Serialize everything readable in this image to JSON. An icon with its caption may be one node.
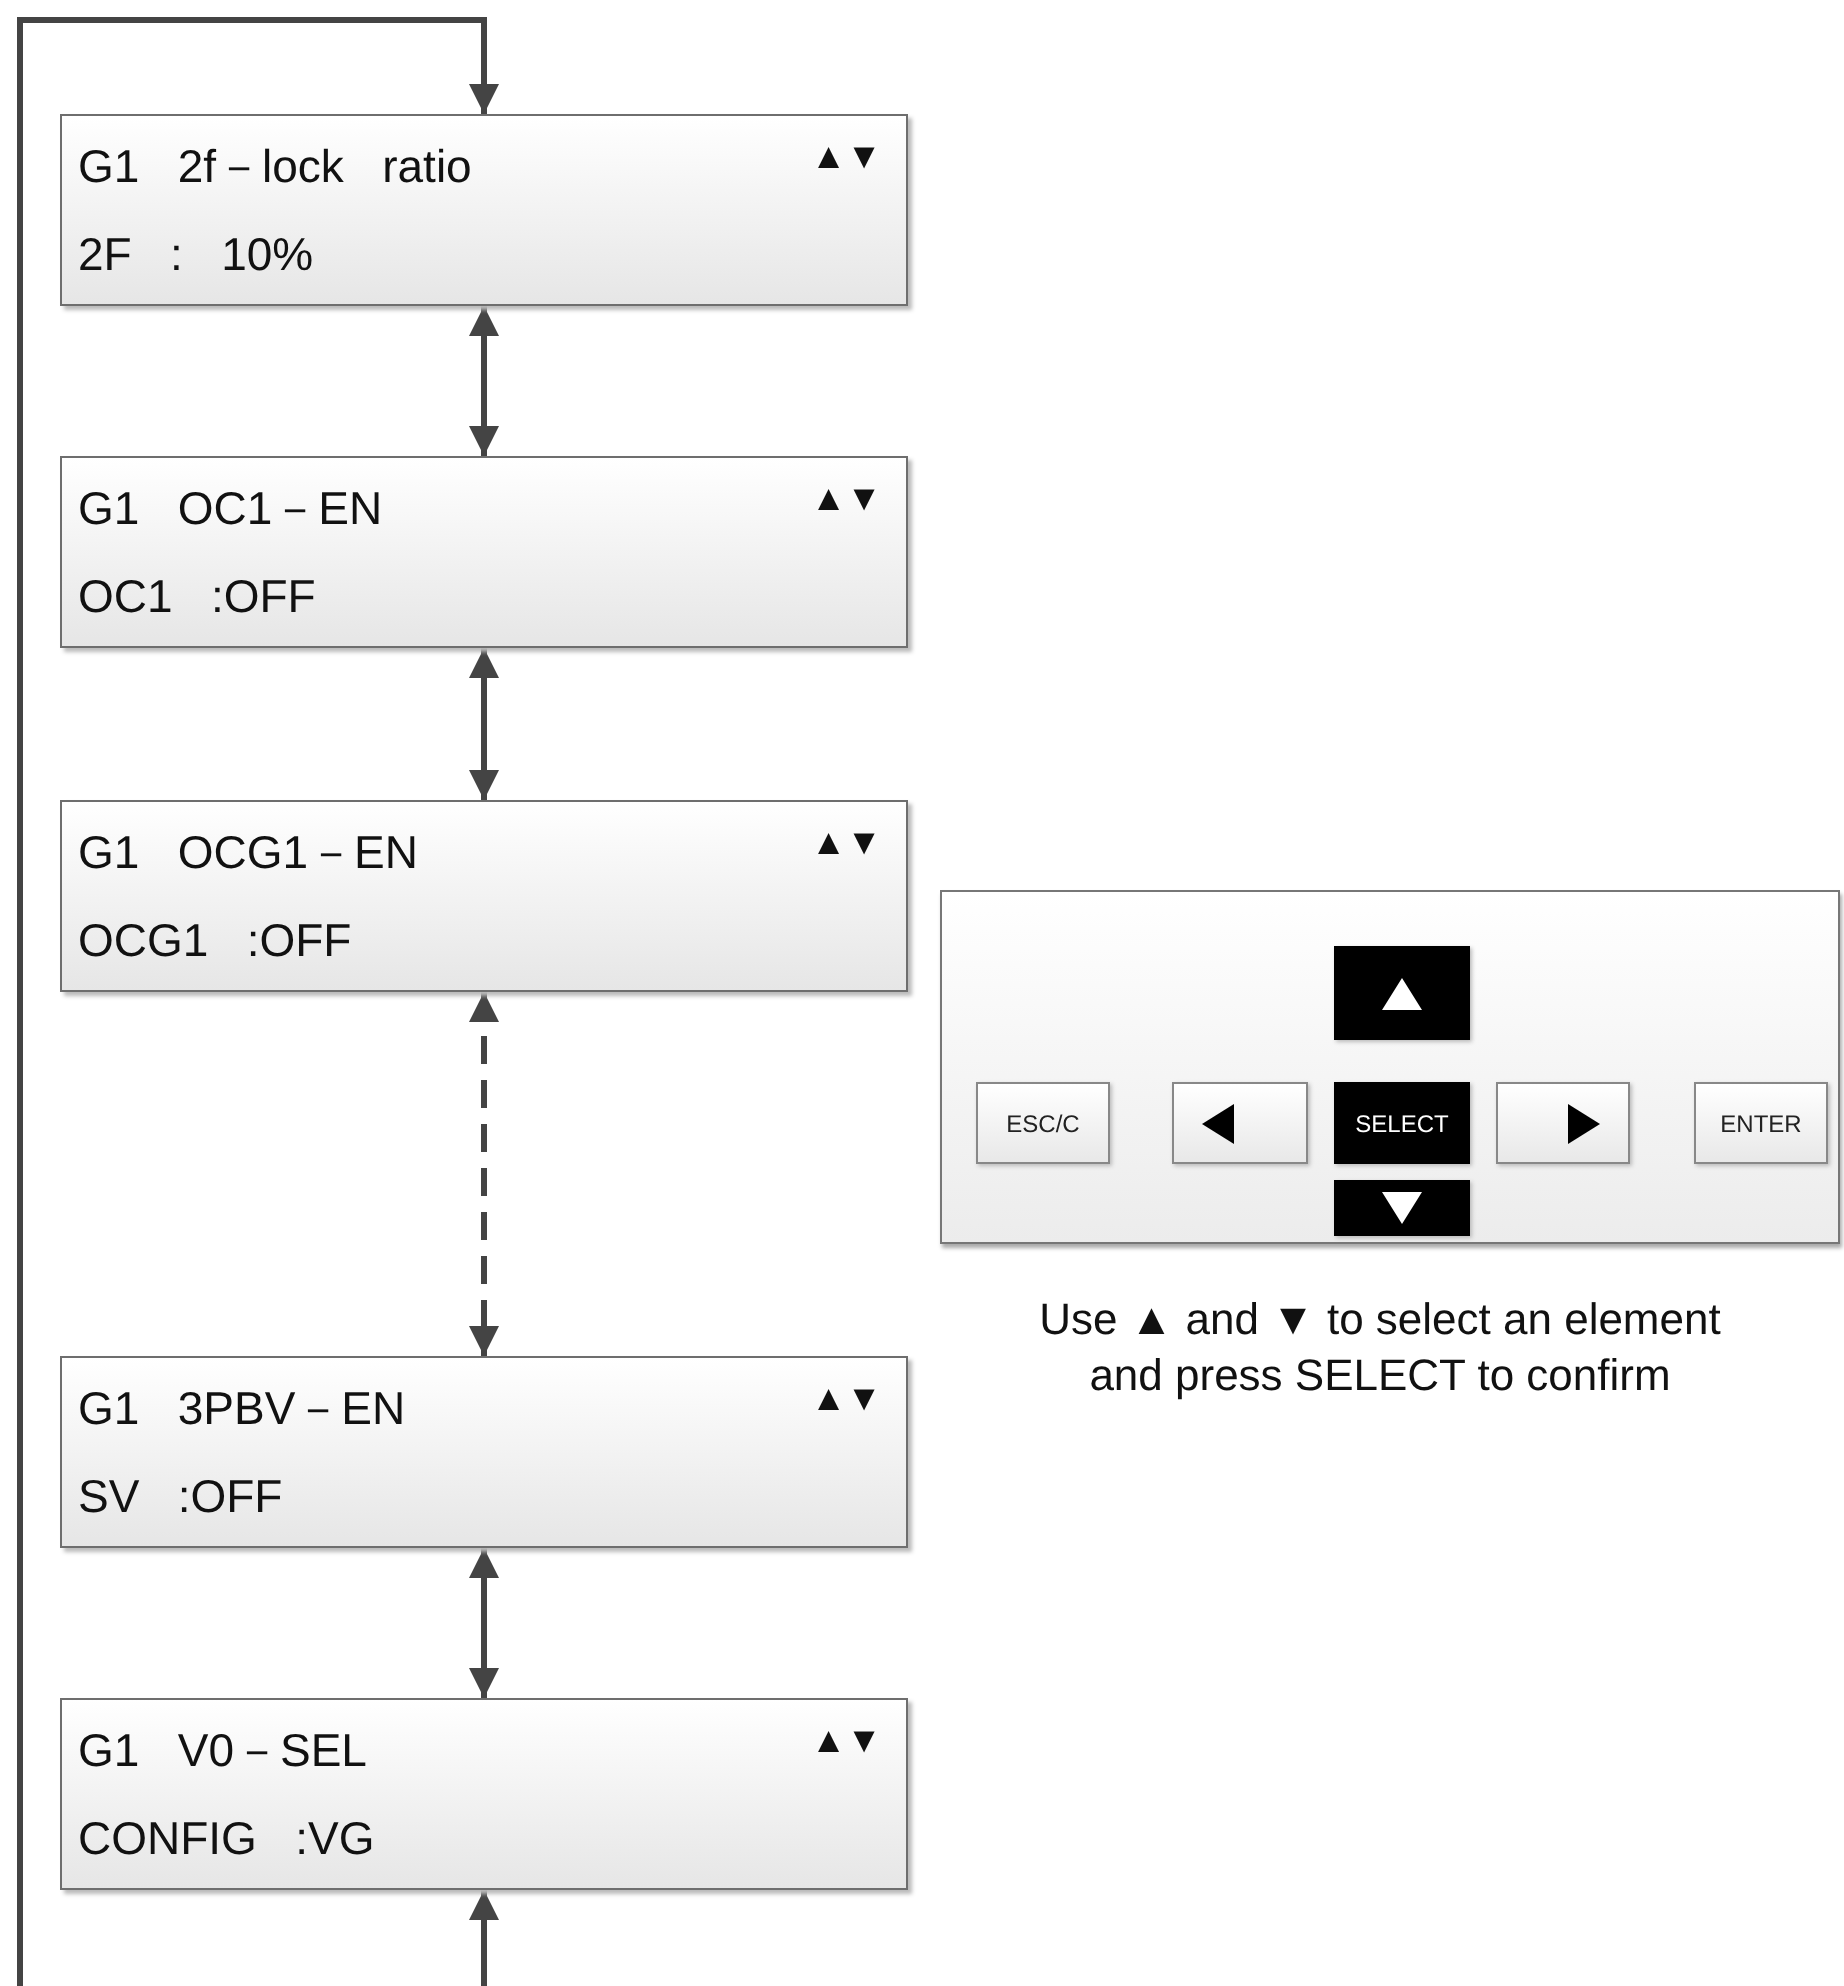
{
  "diagram": {
    "nodes": [
      {
        "text": [
          "G1 2f－lock ratio",
          "▲▼",
          "2F : 10%"
        ]
      },
      {
        "text": [
          "G1 OC1－EN",
          "▲▼",
          "OC1 :OFF"
        ]
      },
      {
        "text": [
          "G1 OCG1－EN",
          "▲▼",
          "OCG1 :OFF"
        ]
      },
      {
        "text": [
          "G1 3PBV－EN",
          "▲▼",
          "SV :OFF"
        ]
      },
      {
        "text": [
          "G1 V0－SEL",
          "▲▼",
          "CONFIG :VG"
        ]
      },
      {
        "text": [],
        "shape": "box"
      },
      {
        "text": [],
        "shape": "box",
        "in": 5
      },
      {
        "text": [
          "ESC/C"
        ],
        "in": 5
      },
      {
        "text": [],
        "shape": "box",
        "in": 5
      },
      {
        "text": [
          "SELECT"
        ],
        "in": 5
      },
      {
        "text": [],
        "shape": "box",
        "in": 5
      },
      {
        "text": [
          "ENTER"
        ],
        "in": 5
      },
      {
        "text": [],
        "shape": "box",
        "in": 5
      }
    ],
    "edges": [
      {
        "from": 0,
        "to": 1,
        "arrow": "both"
      },
      {
        "from": 1,
        "to": 2,
        "arrow": "both"
      },
      {
        "from": 2,
        "to": 3,
        "arrow": "both",
        "style": "dashed"
      },
      {
        "from": 3,
        "to": 4,
        "arrow": "both"
      },
      {
        "from": null,
        "to": 4,
        "arrow": "to"
      },
      {
        "from": null,
        "to": 0,
        "arrow": "to"
      }
    ],
    "labels": [
      "Use ▲ and ▼ to select an element and press SELECT to confirm"
    ]
  }
}
